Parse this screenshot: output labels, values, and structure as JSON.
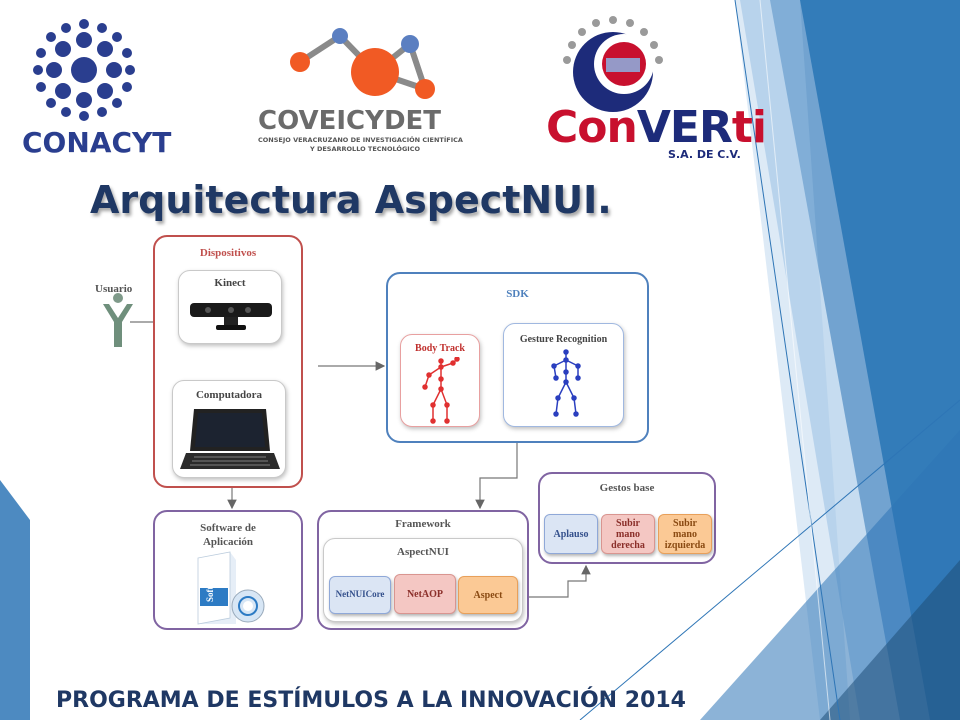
{
  "logos": {
    "conacyt": "CONACYT",
    "coveicydet_name": "COVEICYDET",
    "coveicydet_sub1": "CONSEJO VERACRUZANO DE INVESTIGACIÓN CIENTÍFICA",
    "coveicydet_sub2": "Y DESARROLLO TECNOLÓGICO",
    "converti_con": "Con",
    "converti_ver": "VER",
    "converti_ti": "ti",
    "converti_sub": "S.A. DE C.V."
  },
  "title": "Arquitectura AspectNUI.",
  "footer": "PROGRAMA DE ESTÍMULOS A LA INNOVACIÓN 2014",
  "diagram": {
    "usuario": "Usuario",
    "dispositivos": "Dispositivos",
    "kinect": "Kinect",
    "computadora": "Computadora",
    "sdk": "SDK",
    "body_track": "Body Track",
    "gesture_recognition": "Gesture Recognition",
    "software_line1": "Software de",
    "software_line2": "Aplicación",
    "software_box_text": "Software",
    "framework": "Framework",
    "aspectnui": "AspectNUI",
    "netnuicore": "NetNUICore",
    "netaop": "NetAOP",
    "aspect": "Aspect",
    "gestos_base": "Gestos base",
    "aplauso": "Aplauso",
    "subir_derecha_1": "Subir",
    "subir_derecha_2": "mano",
    "subir_derecha_3": "derecha",
    "subir_izquierda_1": "Subir",
    "subir_izquierda_2": "mano",
    "subir_izquierda_3": "izquierda"
  },
  "colors": {
    "title": "#1f3864",
    "dispositivos": "#c0504d",
    "sdk": "#4f81bd",
    "software": "#8064a2",
    "framework": "#8064a2",
    "gestos": "#8064a2",
    "body_track": "#e03030",
    "gesture": "#2a3fbf"
  }
}
